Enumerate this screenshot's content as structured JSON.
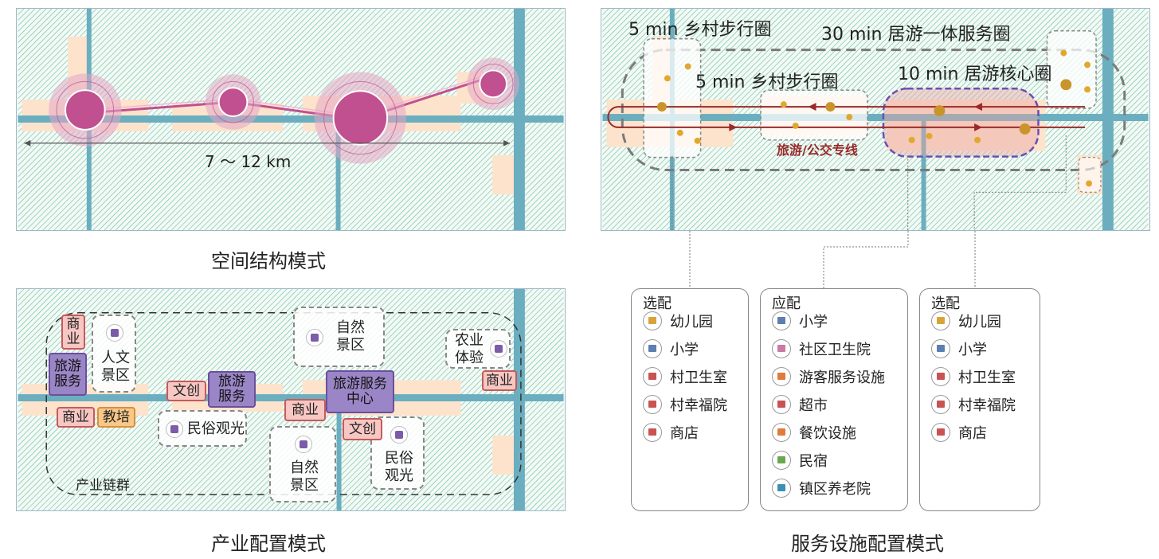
{
  "captions": {
    "spatial": "空间结构模式",
    "industry": "产业配置模式",
    "service": "服务设施配置模式"
  },
  "spatial": {
    "distance_label": "7 ～ 12 km"
  },
  "industry": {
    "cluster_label": "产业链群",
    "tags": {
      "commerce_top": "商业",
      "tourism_service_left": "旅游服务",
      "commerce_left": "商业",
      "education": "教培",
      "cultural_creative_1": "文创",
      "tourism_service_mid": "旅游服务",
      "commerce_mid": "商业",
      "tourism_center": "旅游服务中心",
      "cultural_creative_2": "文创",
      "commerce_right": "商业"
    },
    "zones": {
      "humanities": "人文景区",
      "natural_top": "自然景区",
      "agriculture": "农业体验",
      "folk_left": "民俗观光",
      "natural_bottom": "自然景区",
      "folk_right": "民俗观光"
    }
  },
  "service": {
    "circles": {
      "walk_5min_top": "5 min 乡村步行圈",
      "life_30min": "30 min 居游一体服务圈",
      "walk_5min_mid": "5 min 乡村步行圈",
      "core_10min": "10 min 居游核心圈"
    },
    "bus_line": "旅游/公交专线",
    "boxes": [
      {
        "title": "选配",
        "items": [
          "幼儿园",
          "小学",
          "村卫生室",
          "村幸福院",
          "商店"
        ]
      },
      {
        "title": "应配",
        "items": [
          "小学",
          "社区卫生院",
          "游客服务设施",
          "超市",
          "餐饮设施",
          "民宿",
          "镇区养老院"
        ]
      },
      {
        "title": "选配",
        "items": [
          "幼儿园",
          "小学",
          "村卫生室",
          "村幸福院",
          "商店"
        ]
      }
    ]
  },
  "colors": {
    "hatch": "#6fbfa0",
    "road": "#6aaebf",
    "block": "#fde3cc",
    "node": "#c0508f",
    "bus_line": "#9a2a2a",
    "core_ring": "#6a4fb0",
    "dot": "#e0a82e"
  }
}
